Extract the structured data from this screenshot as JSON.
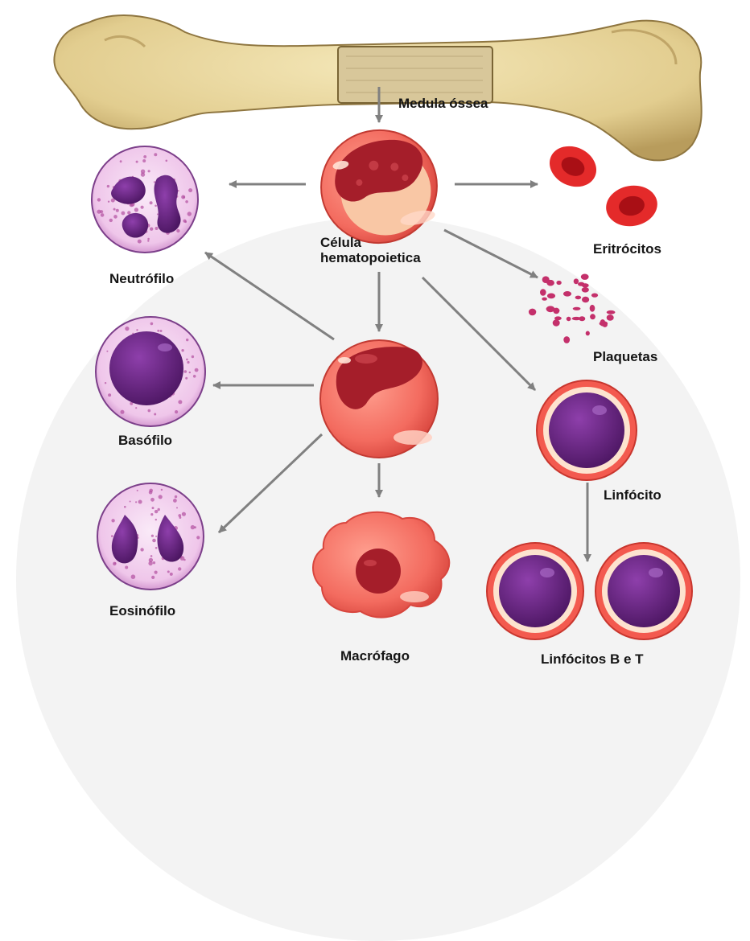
{
  "diagram": {
    "labels": {
      "medula": "Medula óssea",
      "celula_line1": "Célula",
      "celula_line2": "hematopoietica",
      "eritrocitos": "Eritrócitos",
      "plaquetas": "Plaquetas",
      "neutrofilo": "Neutrófilo",
      "basofilo": "Basófilo",
      "eosinofilo": "Eosinófilo",
      "macrofago": "Macrófago",
      "linfocito": "Linfócito",
      "linfocitos_bt": "Linfócitos B e T"
    },
    "colors": {
      "bone": "#e6d49a",
      "bone_shadow": "#b89c5c",
      "marrow": "#d8c79a",
      "stem_outer": "#f26d63",
      "stem_nucleus": "#a51e2a",
      "stem_halo": "#f9c7a5",
      "erythrocyte": "#e0242a",
      "platelet": "#c4306b",
      "granulocyte_bg": "#f3cfee",
      "granulocyte_border": "#7c3f8a",
      "granulocyte_nucleus": "#5a1f6f",
      "granule": "#b24fa0",
      "lymph_outer": "#f35a4f",
      "lymph_nucleus": "#5a1f80",
      "arrow": "#808080",
      "label": "#151515"
    }
  }
}
